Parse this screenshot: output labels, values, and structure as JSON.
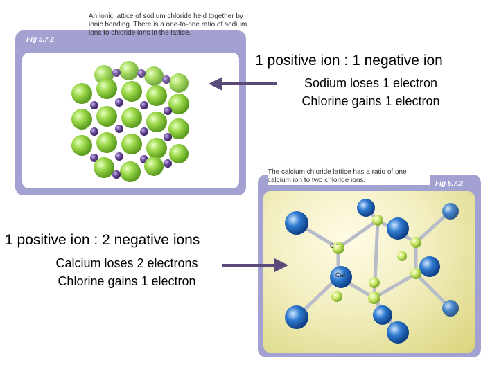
{
  "fig_sodium": {
    "label": "Fig 5.7.2",
    "caption": "An ionic lattice of sodium chloride held together by ionic bonding. There is a one-to-one ratio of sodium ions to chloride ions in the lattice."
  },
  "fig_calcium": {
    "label": "Fig 5.7.3",
    "caption": "The calcium chloride lattice has a ratio of one calcium ion to two chloride ions.",
    "label_cl": "Cl⁻",
    "label_ca": "Ca²⁺"
  },
  "sodium_text": {
    "ratio": "1 positive ion : 1 negative ion",
    "line1": "Sodium loses 1 electron",
    "line2": "Chlorine gains 1 electron"
  },
  "calcium_text": {
    "ratio": "1 positive ion : 2 negative ions",
    "line1": "Calcium loses 2 electrons",
    "line2": "Chlorine gains 1 electron"
  },
  "colors": {
    "frame": "#a3a1d2",
    "arrow": "#5a4a7a",
    "chloride_green": "#9bd84a",
    "sodium_purple": "#6a4a9a",
    "calcium_blue": "#2f7ad0",
    "chloride_lightgreen": "#c8e86a"
  }
}
